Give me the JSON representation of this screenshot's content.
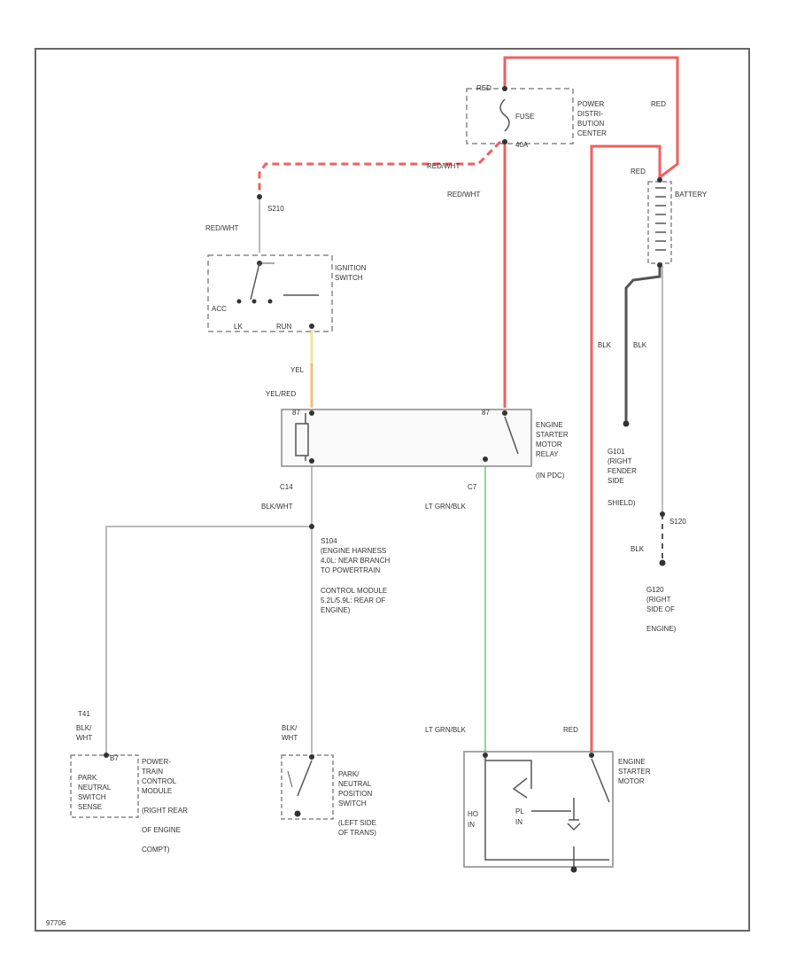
{
  "colors": {
    "red_wire": "#f06060",
    "green_wire": "#8ed88e",
    "yellow_wire": "#e8e89a",
    "orange_wire": "#f0c080",
    "gray_wire": "#bbbbbb",
    "dark_wire": "#555555",
    "box_border": "#888888",
    "frame_border": "#666666",
    "text": "#333333"
  },
  "fuse_box": {
    "wire_top": "RED",
    "fuse_label": "FUSE",
    "fuse_rating": "40A",
    "name_lines": [
      "POWER",
      "DISTRI-",
      "BUTION",
      "CENTER"
    ],
    "wire_out": "RED/WHT"
  },
  "battery": {
    "wire_top": "RED",
    "label": "BATTERY",
    "wire_right_top": "RED"
  },
  "splice_s210": "S210",
  "ignition_switch": {
    "wire_in": "RED/WHT",
    "name_lines": [
      "IGNITION",
      "SWITCH"
    ],
    "pos_acc": "ACC",
    "pos_lk": "LK",
    "pos_run": "RUN",
    "wire_out_1": "YEL",
    "wire_out_2": "YEL/RED"
  },
  "relay": {
    "wire_top": "RED/WHT",
    "name_lines": [
      "ENGINE",
      "STARTER",
      "MOTOR",
      "RELAY",
      "(IN PDC)"
    ],
    "conn_left": "C14",
    "conn_right": "C7",
    "wire_left": "BLK/WHT",
    "wire_right": "LT GRN/BLK"
  },
  "ground_g101": {
    "wire_1": "BLK",
    "wire_2": "BLK",
    "name_lines": [
      "G101",
      "(RIGHT",
      "FENDER",
      "SIDE",
      "SHIELD)"
    ]
  },
  "ground_g120": {
    "splice": "S120",
    "wire": "BLK",
    "name_lines": [
      "G120",
      "(RIGHT",
      "SIDE OF",
      "ENGINE)"
    ]
  },
  "splice_s104": {
    "name_lines": [
      "S104",
      "(ENGINE HARNESS",
      "4.0L: NEAR BRANCH",
      "TO POWERTRAIN",
      "CONTROL MODULE",
      "5.2L/5.9L: REAR OF",
      "ENGINE)"
    ]
  },
  "pcm": {
    "conn": "T41",
    "wire_lines": [
      "BLK/",
      "WHT"
    ],
    "pin": "B7",
    "switch_lines": [
      "PARK",
      "NEUTRAL",
      "SWITCH",
      "SENSE"
    ],
    "name_lines": [
      "POWER-",
      "TRAIN",
      "CONTROL",
      "MODULE",
      "(RIGHT REAR",
      "OF ENGINE",
      "COMPT)"
    ]
  },
  "pn_switch": {
    "wire_lines": [
      "BLK/",
      "WHT"
    ],
    "name_lines": [
      "PARK/",
      "NEUTRAL",
      "POSITION",
      "SWITCH",
      "(LEFT SIDE",
      "OF TRANS)"
    ]
  },
  "starter": {
    "wire_left": "LT GRN/BLK",
    "wire_right": "RED",
    "name_lines": [
      "ENGINE",
      "STARTER",
      "MOTOR"
    ],
    "hold_in_1": "HO",
    "hold_in_2": "IN",
    "pull_in_1": "PL",
    "pull_in_2": "IN"
  },
  "footer_code": "97706"
}
